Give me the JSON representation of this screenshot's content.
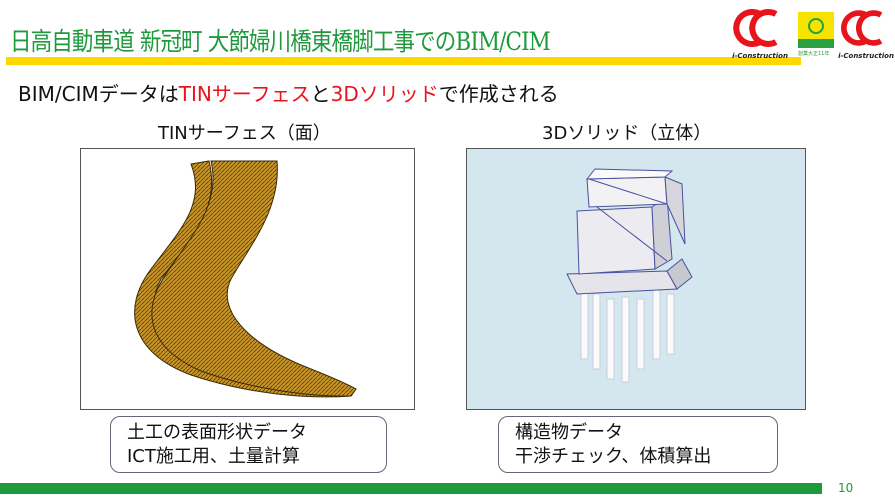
{
  "header": {
    "title": "日高自動車道 新冠町 大節婦川橋東橋脚工事でのBIM/CIM",
    "logos": [
      {
        "text": "i-Construction"
      },
      {
        "text": "創業大正11年"
      },
      {
        "text": "i-Construction"
      }
    ]
  },
  "subtitle": {
    "part1": "BIM/CIMデータは",
    "part2": "TINサーフェス",
    "part3": "と",
    "part4": "3Dソリッド",
    "part5": "で作成される"
  },
  "left": {
    "label": "TINサーフェス（面）",
    "caption_line1": "土工の表面形状データ",
    "caption_line2": "ICT施工用、土量計算"
  },
  "right": {
    "label": "3Dソリッド（立体）",
    "caption_line1": "構造物データ",
    "caption_line2": "干渉チェック、体積算出"
  },
  "footer": {
    "page": "10"
  },
  "colors": {
    "green": "#1e9a3c",
    "yellow": "#ffd800",
    "red": "#e8141c",
    "panel_blue": "#d4e6ee"
  }
}
